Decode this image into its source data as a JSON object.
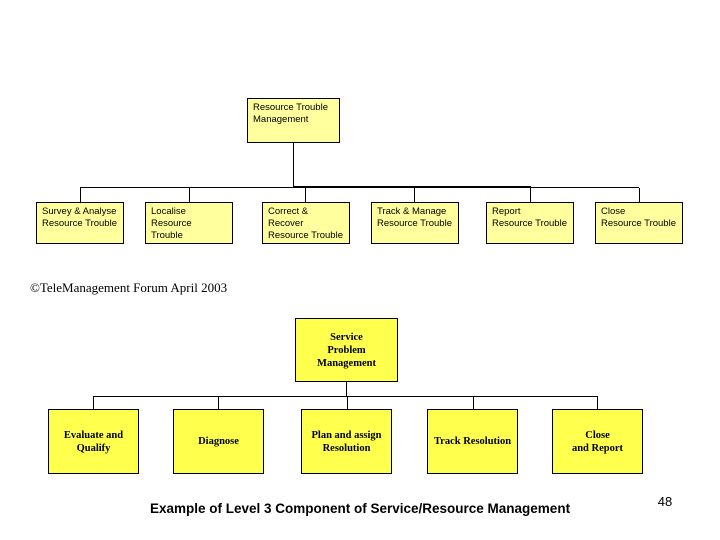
{
  "slide": {
    "copyright": "©TeleManagement Forum April 2003",
    "caption": "Example of Level 3 Component of Service/Resource Management",
    "page_number": "48"
  },
  "colors": {
    "background": "#ffffff",
    "top_box_fill": "#ffff9e",
    "bottom_box_fill": "#ffff4d",
    "box_border": "#000000",
    "connector": "#000000"
  },
  "resource_trouble_diagram": {
    "type": "hierarchy-tree",
    "root": "Resource Trouble\nManagement",
    "children": [
      "Survey & Analyse\nResource Trouble",
      "Localise Resource\nTrouble",
      "Correct & Recover\nResource Trouble",
      "Track & Manage\nResource Trouble",
      "Report\nResource Trouble",
      "Close\nResource Trouble"
    ]
  },
  "service_problem_diagram": {
    "type": "hierarchy-tree",
    "root": "Service\nProblem\nManagement",
    "children": [
      "Evaluate and\nQualify",
      "Diagnose",
      "Plan and assign\nResolution",
      "Track Resolution",
      "Close\nand Report"
    ]
  }
}
